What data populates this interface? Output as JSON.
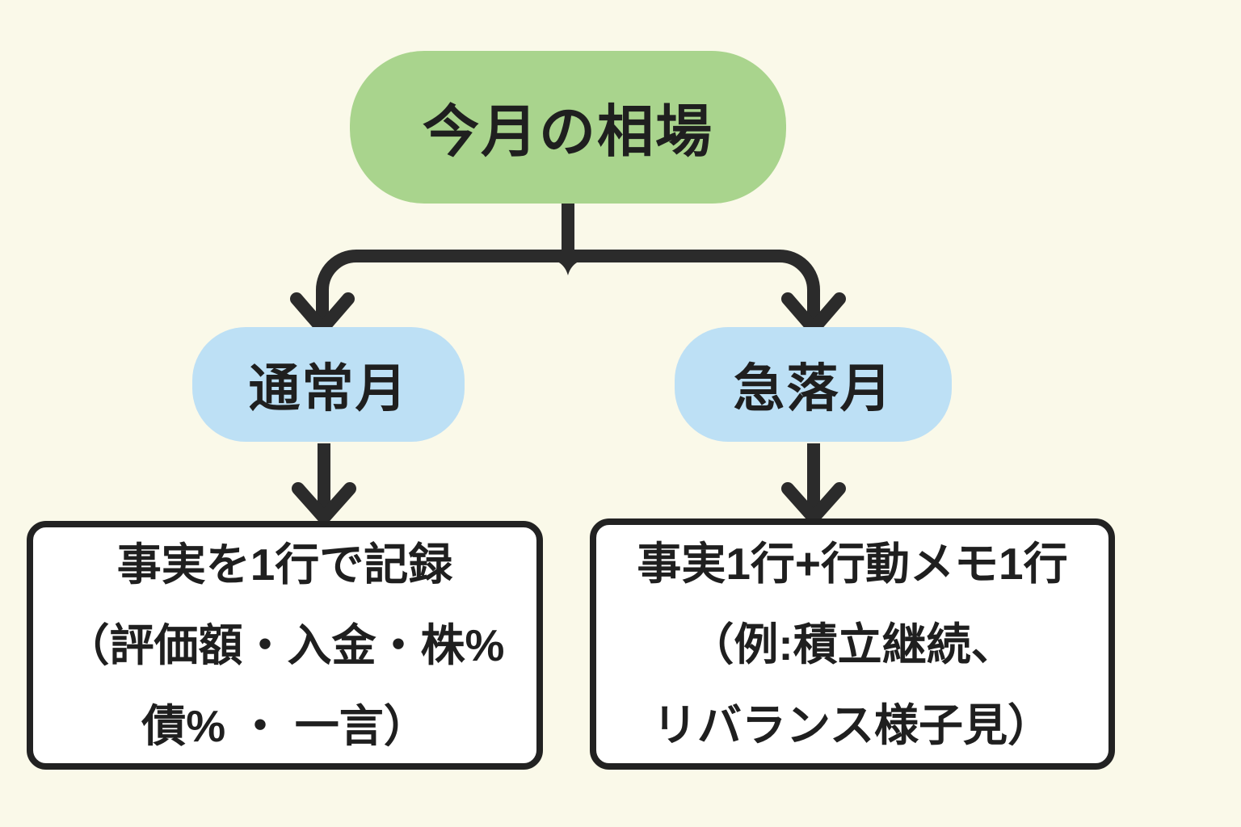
{
  "page": {
    "background_color": "#FAF9E9",
    "connector_color": "#2B2B2B",
    "text_color": "#1F1F1F"
  },
  "flowchart": {
    "root": {
      "label": "今月の相場",
      "fill_color": "#A9D48D"
    },
    "branches": [
      {
        "node": {
          "label": "通常月",
          "fill_color": "#BDE0F5"
        },
        "outcome": {
          "fill_color": "#FFFFFF",
          "border_color": "#222222",
          "lines": {
            "0": "事実を1行で記録",
            "1": "（評価額・入金・株%",
            "2": "債% ・ 一言）"
          }
        }
      },
      {
        "node": {
          "label": "急落月",
          "fill_color": "#BDE0F5"
        },
        "outcome": {
          "fill_color": "#FFFFFF",
          "border_color": "#222222",
          "lines": {
            "0": "事実1行+行動メモ1行",
            "1": "（例:積立継続、",
            "2": "リバランス様子見）"
          }
        }
      }
    ]
  }
}
